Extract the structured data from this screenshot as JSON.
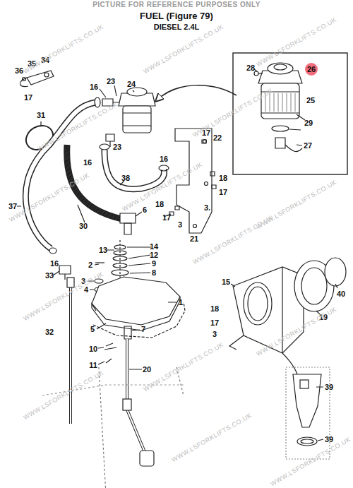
{
  "diagram": {
    "title": "FUEL (Figure 79)",
    "labels": [
      "PICTURE FOR REFERENCE PURPOSES ONLY",
      "DIESEL 2.4L",
      "36",
      "35",
      "34",
      "17",
      "16",
      "23",
      "24",
      "28",
      "26",
      "25",
      "29",
      "27",
      "17",
      "22",
      "31",
      "16",
      "23",
      "16",
      "38",
      "18",
      "17",
      "3",
      "37",
      "30",
      "6",
      "18",
      "17",
      "3",
      "21",
      "14",
      "13",
      "12",
      "2",
      "9",
      "8",
      "3",
      "4",
      "1",
      "16",
      "33",
      "15",
      "40",
      "19",
      "18",
      "17",
      "3",
      "5",
      "7",
      "10",
      "11",
      "20",
      "32",
      "39",
      "39",
      "WWW.LSFORKLIFTS.CO.UK",
      "WWW.LSFORKLIFTS.CO.UK",
      "WWW.LSFORKLIFTS.CO.UK",
      "WWW.LSFORKLIFTS.CO.UK",
      "WWW.LSFORKLIFTS.CO.UK",
      "WWW.LSFORKLIFTS.CO.UK",
      "WWW.LSFORKLIFTS.CO.UK",
      "WWW.LSFORKLIFTS.CO.UK",
      "WWW.LSFORKLIFTS.CO.UK",
      "WWW.LSFORKLIFTS.CO.UK",
      "WWW.LSFORKLIFTS.CO.UK",
      "WWW.LSFORKLIFTS.CO.UK",
      "WWW.LSFORKLIFTS.CO.UK",
      "WWW.LSFORKLIFTS.CO.UK",
      "WWW.LSFORKLIFTS.CO.UK"
    ]
  }
}
